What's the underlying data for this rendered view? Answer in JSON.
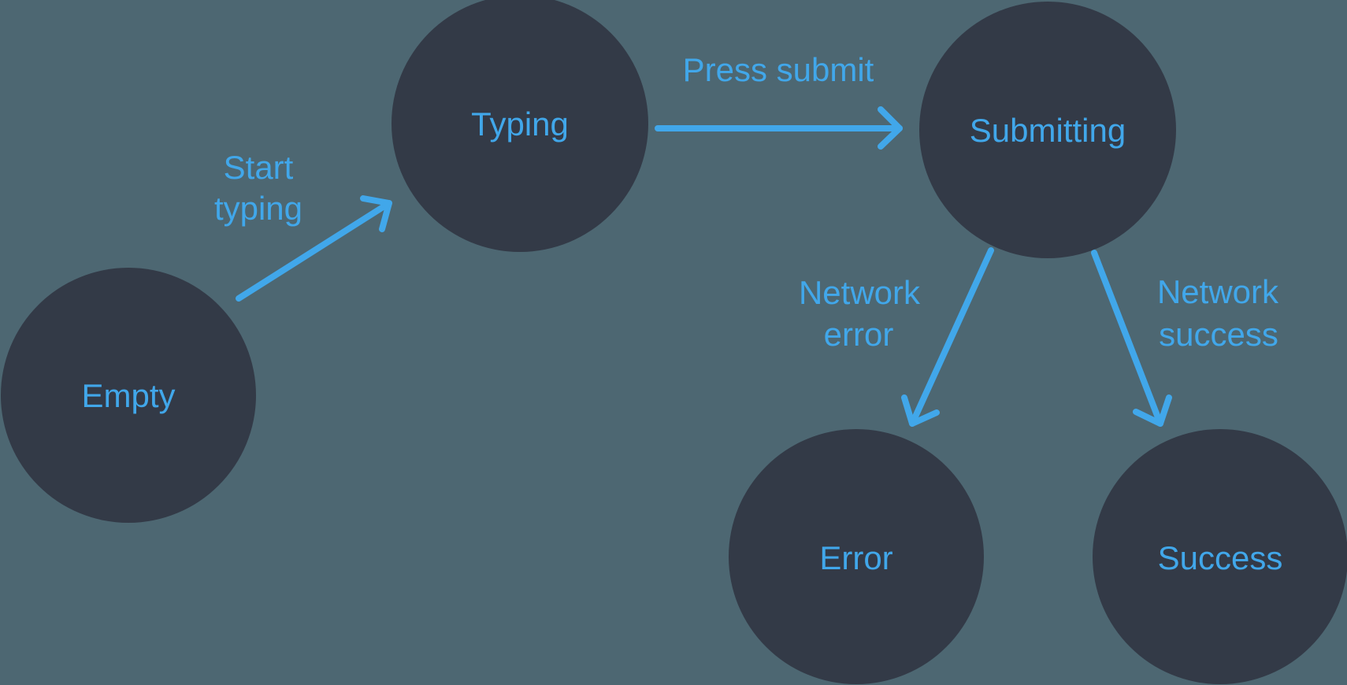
{
  "diagram": {
    "colors": {
      "background": "#4D6772",
      "state_fill": "#333A47",
      "accent": "#41A7EA"
    },
    "states": {
      "empty": {
        "label": "Empty"
      },
      "typing": {
        "label": "Typing"
      },
      "submitting": {
        "label": "Submitting"
      },
      "error": {
        "label": "Error"
      },
      "success": {
        "label": "Success"
      }
    },
    "transitions": {
      "start_typing": {
        "label": "Start typing",
        "lines": [
          "Start",
          "typing"
        ],
        "from": "Empty",
        "to": "Typing"
      },
      "press_submit": {
        "label": "Press submit",
        "lines": [
          "Press submit"
        ],
        "from": "Typing",
        "to": "Submitting"
      },
      "network_error": {
        "label": "Network error",
        "lines": [
          "Network",
          "error"
        ],
        "from": "Submitting",
        "to": "Error"
      },
      "network_success": {
        "label": "Network success",
        "lines": [
          "Network",
          "success"
        ],
        "from": "Submitting",
        "to": "Success"
      }
    }
  }
}
